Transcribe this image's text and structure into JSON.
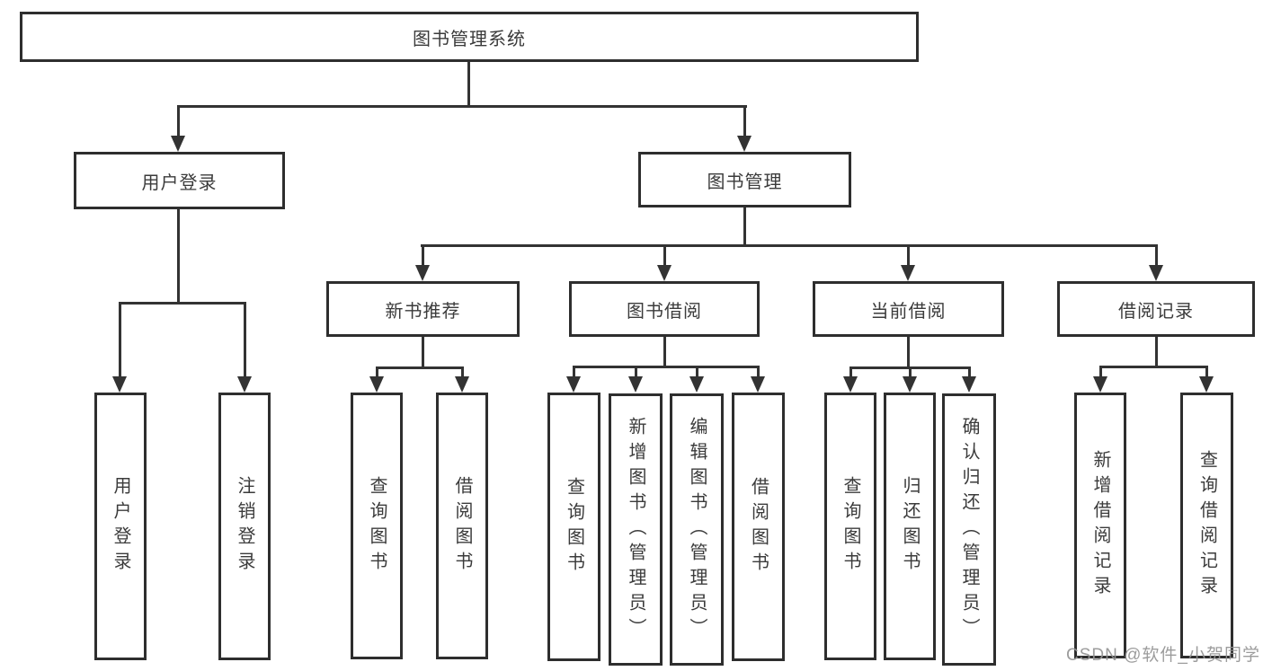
{
  "diagram": {
    "type": "tree",
    "title": "图书管理系统",
    "colors": {
      "background": "#ffffff",
      "box_border": "#2e2e2e",
      "line": "#333333",
      "text": "#3b3b3b",
      "watermark": "#949494"
    },
    "nodes": {
      "root": {
        "label": "图书管理系统"
      },
      "user_login": {
        "label": "用户登录"
      },
      "book_management": {
        "label": "图书管理"
      },
      "new_book_recommend": {
        "label": "新书推荐"
      },
      "book_borrow": {
        "label": "图书借阅"
      },
      "current_borrow": {
        "label": "当前借阅"
      },
      "borrow_records": {
        "label": "借阅记录"
      },
      "user_login_action": {
        "label": "用户登录"
      },
      "logout_action": {
        "label": "注销登录"
      },
      "nbr_query_book": {
        "label": "查询图书"
      },
      "nbr_borrow_book": {
        "label": "借阅图书"
      },
      "bb_query_book": {
        "label": "查询图书"
      },
      "bb_add_book_admin": {
        "label": "新增图书（管理员）"
      },
      "bb_edit_book_admin": {
        "label": "编辑图书（管理员）"
      },
      "bb_borrow_book": {
        "label": "借阅图书"
      },
      "cb_query_book": {
        "label": "查询图书"
      },
      "cb_return_book": {
        "label": "归还图书"
      },
      "cb_confirm_return_admin": {
        "label": "确认归还（管理员）"
      },
      "br_add_record": {
        "label": "新增借阅记录"
      },
      "br_query_record": {
        "label": "查询借阅记录"
      }
    },
    "hierarchy": {
      "图书管理系统": [
        "用户登录",
        "图书管理"
      ],
      "用户登录": [
        "用户登录",
        "注销登录"
      ],
      "图书管理": [
        "新书推荐",
        "图书借阅",
        "当前借阅",
        "借阅记录"
      ],
      "新书推荐": [
        "查询图书",
        "借阅图书"
      ],
      "图书借阅": [
        "查询图书",
        "新增图书（管理员）",
        "编辑图书（管理员）",
        "借阅图书"
      ],
      "当前借阅": [
        "查询图书",
        "归还图书",
        "确认归还（管理员）"
      ],
      "借阅记录": [
        "新增借阅记录",
        "查询借阅记录"
      ]
    },
    "watermark": "CSDN @软件_小贺同学"
  }
}
